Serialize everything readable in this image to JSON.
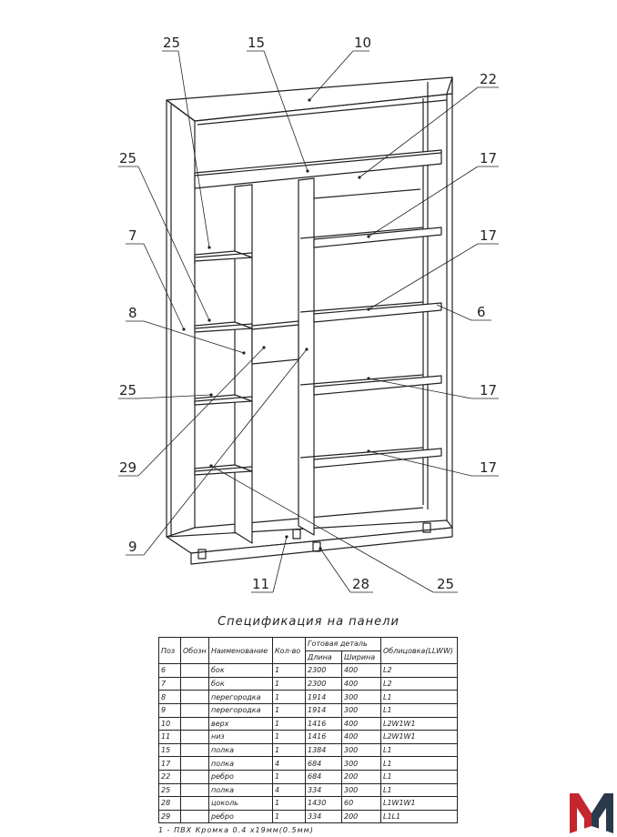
{
  "callouts": {
    "c25_top": "25",
    "c15": "15",
    "c10": "10",
    "c22": "22",
    "c25_a": "25",
    "c17_a": "17",
    "c7": "7",
    "c17_b": "17",
    "c8": "8",
    "c6": "6",
    "c25_b": "25",
    "c17_c": "17",
    "c29": "29",
    "c17_d": "17",
    "c9": "9",
    "c11": "11",
    "c28": "28",
    "c25_c": "25"
  },
  "spec": {
    "title": "Спецификация на панели",
    "headers": {
      "pos": "Поз",
      "code": "Обозн",
      "name": "Наименование",
      "qty": "Кол-во",
      "finished": "Готовая деталь",
      "length": "Длина",
      "width": "Ширина",
      "facing": "Облицовка(LLWW)"
    },
    "rows": [
      {
        "pos": "6",
        "code": "",
        "name": "бок",
        "qty": "1",
        "length": "2300",
        "width": "400",
        "facing": "L2"
      },
      {
        "pos": "7",
        "code": "",
        "name": "бок",
        "qty": "1",
        "length": "2300",
        "width": "400",
        "facing": "L2"
      },
      {
        "pos": "8",
        "code": "",
        "name": "перегородка",
        "qty": "1",
        "length": "1914",
        "width": "300",
        "facing": "L1"
      },
      {
        "pos": "9",
        "code": "",
        "name": "перегородка",
        "qty": "1",
        "length": "1914",
        "width": "300",
        "facing": "L1"
      },
      {
        "pos": "10",
        "code": "",
        "name": "верх",
        "qty": "1",
        "length": "1416",
        "width": "400",
        "facing": "L2W1W1"
      },
      {
        "pos": "11",
        "code": "",
        "name": "низ",
        "qty": "1",
        "length": "1416",
        "width": "400",
        "facing": "L2W1W1"
      },
      {
        "pos": "15",
        "code": "",
        "name": "полка",
        "qty": "1",
        "length": "1384",
        "width": "300",
        "facing": "L1"
      },
      {
        "pos": "17",
        "code": "",
        "name": "полка",
        "qty": "4",
        "length": "684",
        "width": "300",
        "facing": "L1"
      },
      {
        "pos": "22",
        "code": "",
        "name": "ребро",
        "qty": "1",
        "length": "684",
        "width": "200",
        "facing": "L1"
      },
      {
        "pos": "25",
        "code": "",
        "name": "полка",
        "qty": "4",
        "length": "334",
        "width": "300",
        "facing": "L1"
      },
      {
        "pos": "28",
        "code": "",
        "name": "цоколь",
        "qty": "1",
        "length": "1430",
        "width": "60",
        "facing": "L1W1W1"
      },
      {
        "pos": "29",
        "code": "",
        "name": "ребро",
        "qty": "1",
        "length": "334",
        "width": "200",
        "facing": "L1L1"
      }
    ],
    "footnote": "1 - ПВХ Кромка 0.4 х19мм(0.5мм)"
  },
  "colors": {
    "line": "#222222",
    "logo_red": "#c4262e",
    "logo_dark": "#2b3a4a"
  }
}
